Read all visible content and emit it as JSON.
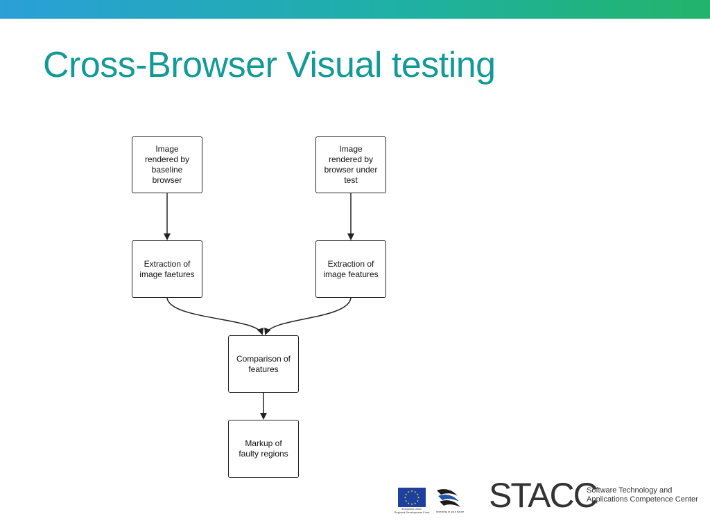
{
  "slide": {
    "title": "Cross-Browser Visual testing"
  },
  "diagram": {
    "nodes": [
      {
        "id": "baseline-image",
        "label": "Image\nrendered by\nbaseline\nbrowser"
      },
      {
        "id": "test-image",
        "label": "Image\nrendered by\nbrowser under\ntest"
      },
      {
        "id": "extract-baseline",
        "label": "Extraction of\nimage faetures"
      },
      {
        "id": "extract-test",
        "label": "Extraction of\nimage features"
      },
      {
        "id": "comparison",
        "label": "Comparison of\nfeatures"
      },
      {
        "id": "markup",
        "label": "Markup of\nfaulty regions"
      }
    ],
    "edges": [
      {
        "from": "baseline-image",
        "to": "extract-baseline"
      },
      {
        "from": "test-image",
        "to": "extract-test"
      },
      {
        "from": "extract-baseline",
        "to": "comparison"
      },
      {
        "from": "extract-test",
        "to": "comparison"
      },
      {
        "from": "comparison",
        "to": "markup"
      }
    ]
  },
  "footer": {
    "eu_caption": "European Union\nRegional Development Fund",
    "invest_caption": "Investing in your future",
    "stacc_logo": "STACC",
    "stacc_subtitle": "Software Technology and\nApplications Competence Center"
  },
  "colors": {
    "title": "#129a96",
    "eu_blue": "#1d3fa0",
    "eu_stars": "#ffdd00"
  }
}
